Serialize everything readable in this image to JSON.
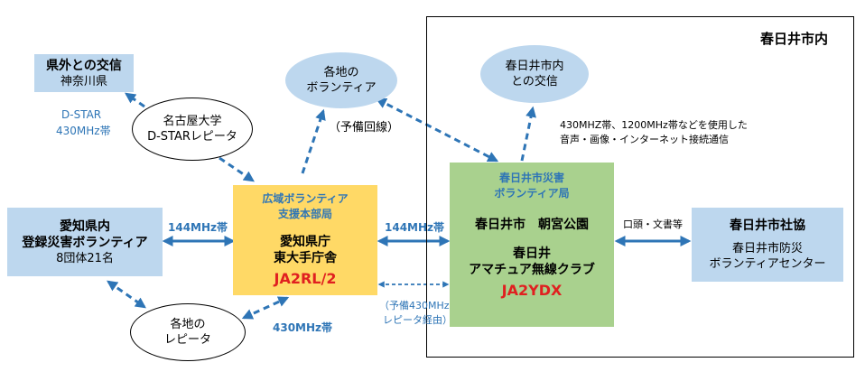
{
  "region": {
    "title": "春日井市内"
  },
  "nodes": {
    "kengai": {
      "title": "県外との交信",
      "sub": "神奈川県"
    },
    "nagoya": {
      "line1": "名古屋大学",
      "line2": "D-STARレピータ"
    },
    "volunteers": {
      "line1": "各地の",
      "line2": "ボランティア"
    },
    "kasugai_comm": {
      "line1": "春日井市内",
      "line2": "との交信"
    },
    "aichi": {
      "line1": "愛知県内",
      "line2": "登録災害ボランティア",
      "line3": "8団体21名"
    },
    "hq": {
      "header1": "広域ボランティア",
      "header2": "支援本部局",
      "line1": "愛知県庁",
      "line2": "東大手庁舎",
      "callsign": "JA2RL/2"
    },
    "kasugai": {
      "header1": "春日井市災害",
      "header2": "ボランティア局",
      "location": "春日井市　朝宮公園",
      "line1": "春日井",
      "line2": "アマチュア無線クラブ",
      "callsign": "JA2YDX"
    },
    "shakyo": {
      "title": "春日井市社協",
      "sub1": "春日井市防災",
      "sub2": "ボランティアセンター"
    },
    "repeaters": {
      "line1": "各地の",
      "line2": "レピータ"
    }
  },
  "labels": {
    "dstar": "D-STAR",
    "dstar_band": "430MHz帯",
    "aichi_link": "144MHz帯",
    "hq_link": "144MHz帯",
    "repeater_link": "430MHz帯",
    "backup_line": "（予備回線）",
    "backup_430_1": "（予備430MHz",
    "backup_430_2": "レピータ経由）",
    "kasugai_note1": "430MHZ帯、1200MHz帯などを使用した",
    "kasugai_note2": "音声・画像・インターネット接続通信",
    "oral_docs": "口頭・文書等"
  },
  "colors": {
    "blue_box": "#bdd7ee",
    "yellow_box": "#ffd966",
    "green_box": "#a9d18e",
    "arrow": "#2e75b6",
    "callsign": "#e02020"
  }
}
